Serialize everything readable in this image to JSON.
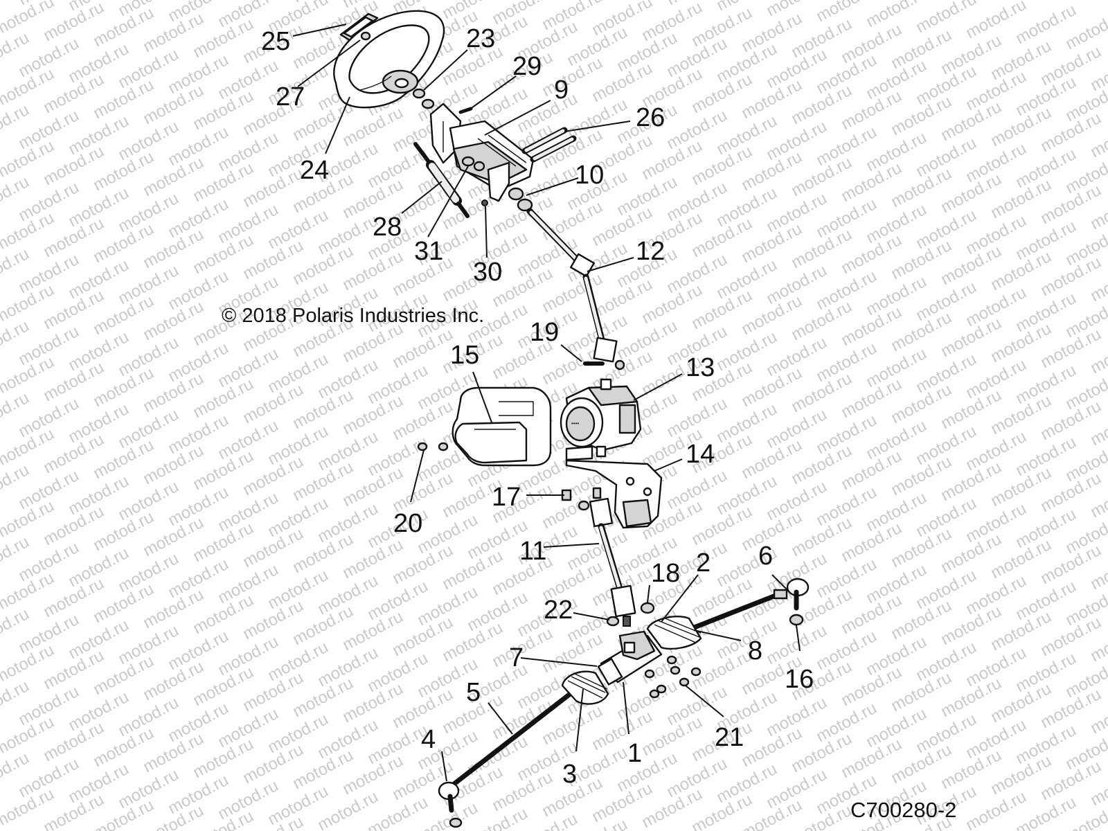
{
  "diagram": {
    "copyright": "© 2018 Polaris Industries Inc.",
    "figure_code": "C700280-2",
    "watermark": "motod.ru",
    "callouts": {
      "c1": "1",
      "c2": "2",
      "c3": "3",
      "c4": "4",
      "c5": "5",
      "c6": "6",
      "c7": "7",
      "c8": "8",
      "c9": "9",
      "c10": "10",
      "c11": "11",
      "c12": "12",
      "c13": "13",
      "c14": "14",
      "c15": "15",
      "c16": "16",
      "c17": "17",
      "c18": "18",
      "c19": "19",
      "c20": "20",
      "c21": "21",
      "c22": "22",
      "c23": "23",
      "c24": "24",
      "c25": "25",
      "c26": "26",
      "c27": "27",
      "c28": "28",
      "c29": "29",
      "c30": "30",
      "c31": "31"
    }
  }
}
